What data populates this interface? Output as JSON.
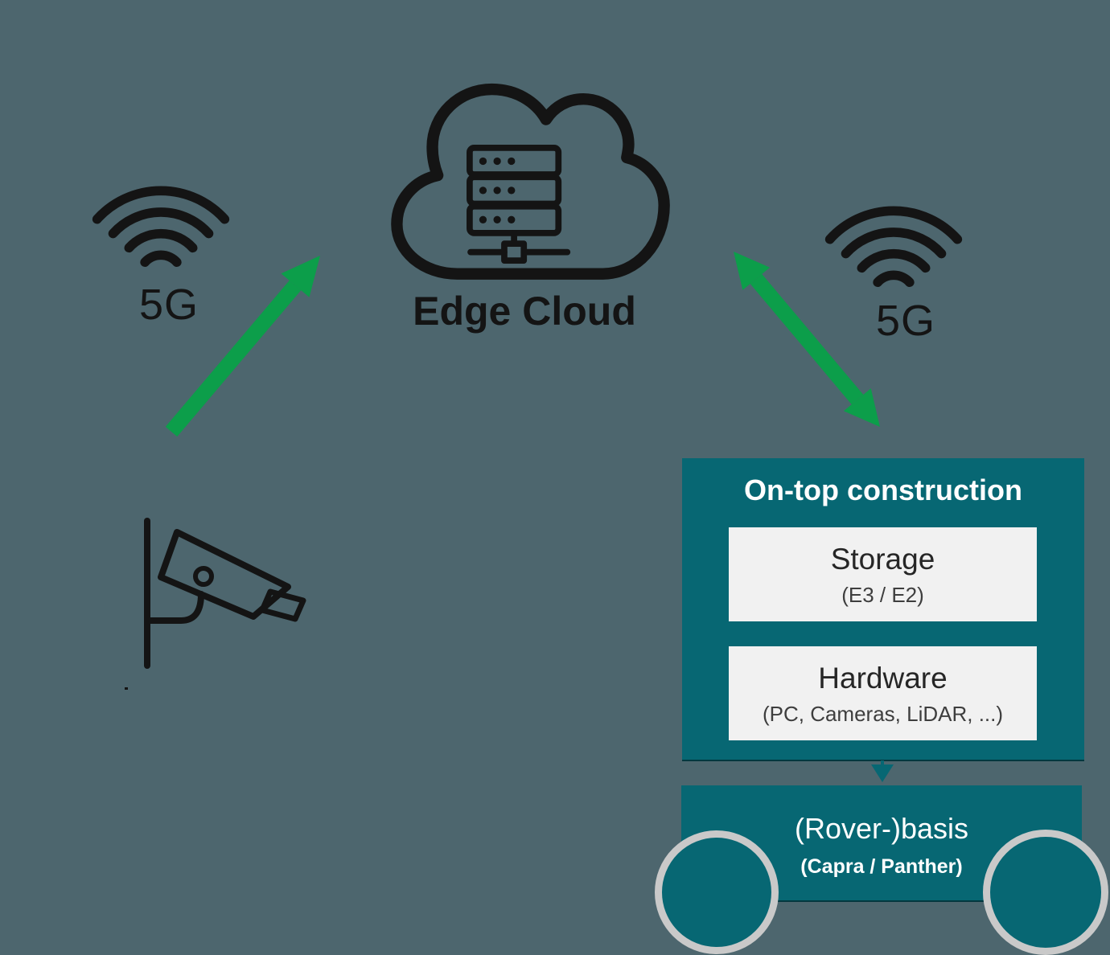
{
  "colors": {
    "background": "#4d666e",
    "teal": "#076773",
    "green": "#0c9e4a",
    "ink": "#141414",
    "panel": "#f1f1f1",
    "panel_text": "#262626",
    "panel_subtext": "#3e3e3e",
    "white": "#ffffff",
    "wheel_ring": "#c9c9c9"
  },
  "icons": {
    "left_wifi": "wifi-signal-icon",
    "right_wifi": "wifi-signal-icon",
    "cloud": "cloud-server-icon",
    "camera": "cctv-camera-icon",
    "arrow_left": "arrow-up-right-icon",
    "arrow_right": "arrow-double-diagonal-icon",
    "arrow_down": "arrow-down-icon",
    "wheels": "wheel-circle"
  },
  "left_network": {
    "label": "5G"
  },
  "right_network": {
    "label": "5G"
  },
  "cloud": {
    "label": "Edge Cloud"
  },
  "on_top_box": {
    "title": "On-top construction",
    "items": [
      {
        "title": "Storage",
        "subtitle": "(E3 / E2)"
      },
      {
        "title": "Hardware",
        "subtitle": "(PC, Cameras, LiDAR, ...)"
      }
    ]
  },
  "rover_box": {
    "title": "(Rover-)basis",
    "subtitle": "(Capra / Panther)"
  }
}
